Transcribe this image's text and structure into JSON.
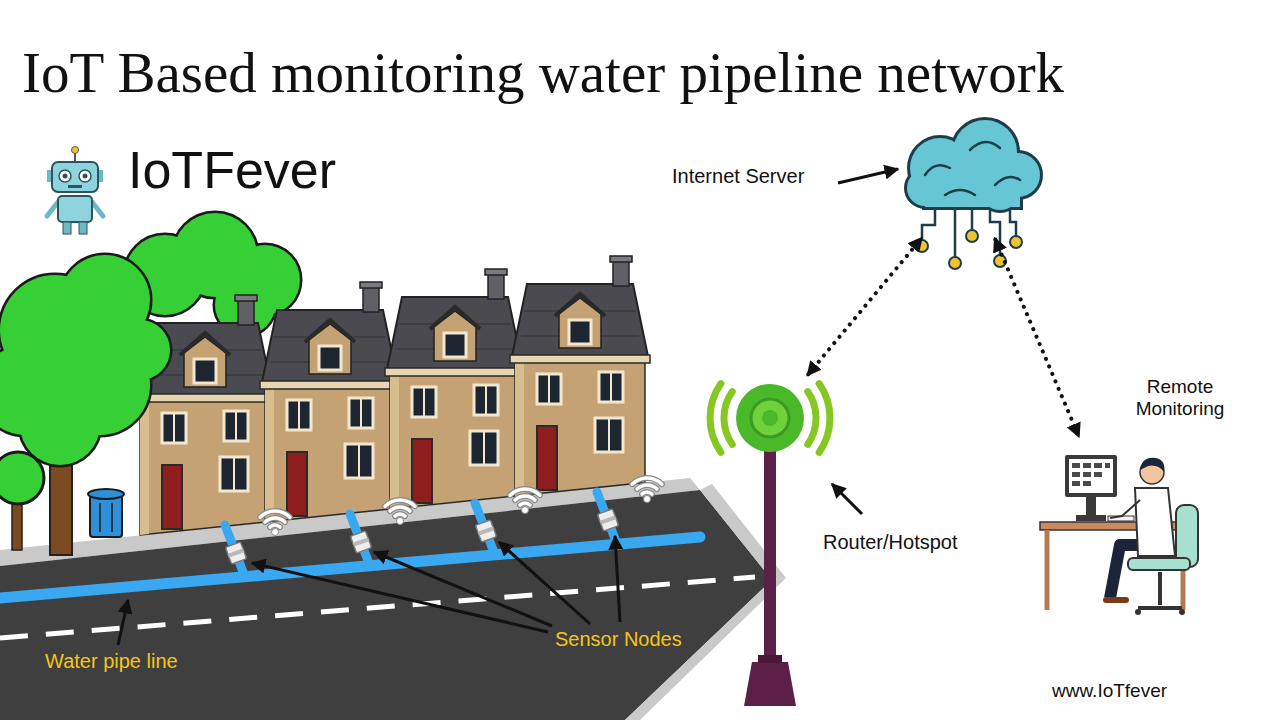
{
  "diagram": {
    "title": "IoT Based monitoring water pipeline network",
    "nodes": [
      {
        "text": [
          "Internet Server"
        ]
      },
      {
        "text": [
          "Router/Hotspot"
        ]
      },
      {
        "text": [
          "Remote Monitoring"
        ]
      }
    ],
    "edges": [
      {
        "from": 1,
        "to": 0,
        "arrow": "both"
      },
      {
        "from": 0,
        "to": 2,
        "arrow": "both"
      }
    ],
    "labels": [
      "IoTFever",
      "Sensor Nodes",
      "Water pipe line",
      "www.IoTfever"
    ]
  }
}
